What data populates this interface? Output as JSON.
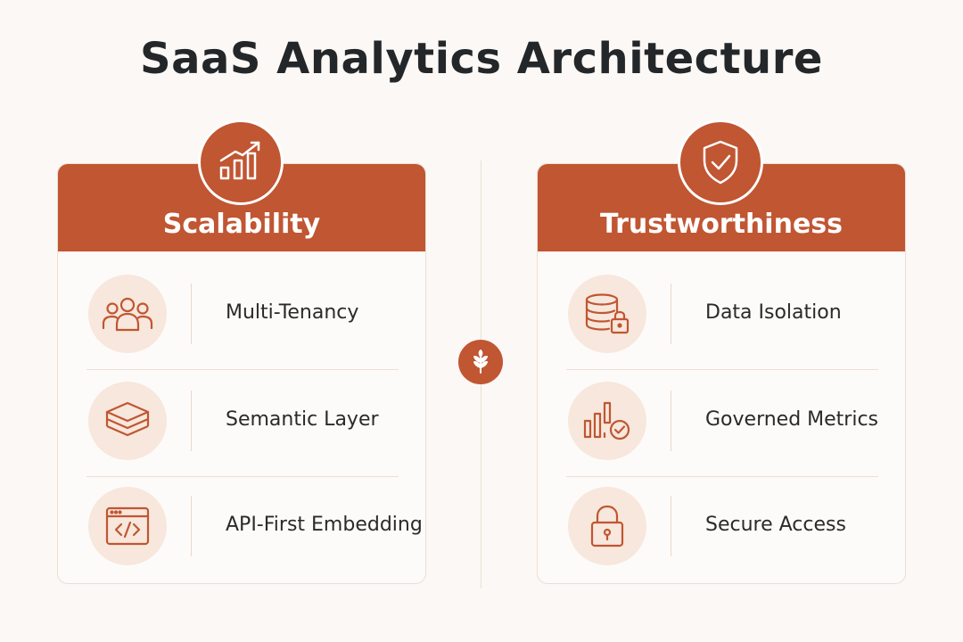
{
  "title": "SaaS Analytics Architecture",
  "colors": {
    "accent": "#c05632",
    "icon_bg": "#f7e7dc",
    "background": "#fbf8f5"
  },
  "center_icon": "leaf-icon",
  "pillars": [
    {
      "title": "Scalability",
      "icon": "growth-chart-icon",
      "items": [
        {
          "label": "Multi-Tenancy",
          "icon": "users-group-icon"
        },
        {
          "label": "Semantic Layer",
          "icon": "layers-icon"
        },
        {
          "label": "API-First Embedding",
          "icon": "code-window-icon"
        }
      ]
    },
    {
      "title": "Trustworthiness",
      "icon": "shield-check-icon",
      "items": [
        {
          "label": "Data Isolation",
          "icon": "database-lock-icon"
        },
        {
          "label": "Governed Metrics",
          "icon": "chart-check-icon"
        },
        {
          "label": "Secure Access",
          "icon": "padlock-icon"
        }
      ]
    }
  ]
}
